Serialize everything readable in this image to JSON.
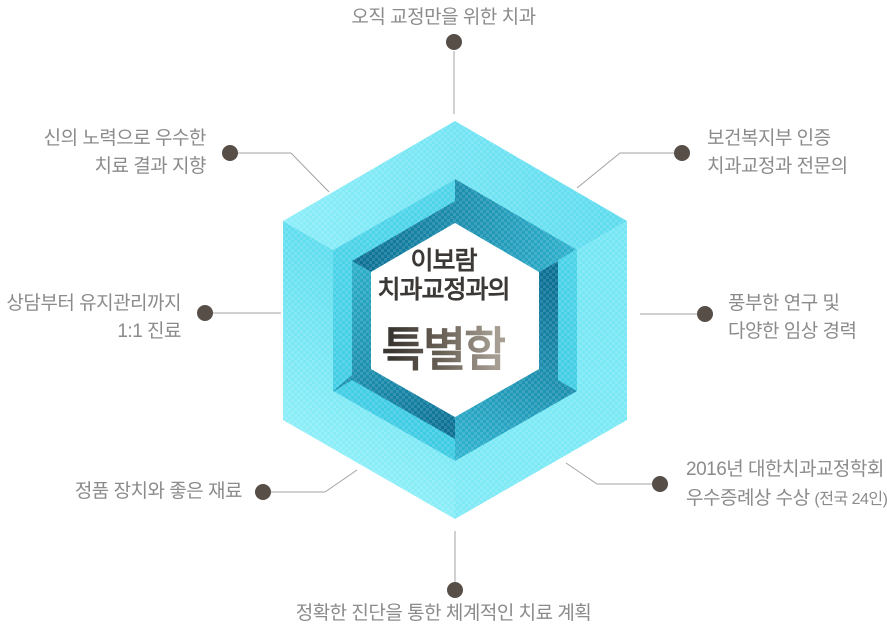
{
  "page": {
    "background": "#FFFFFF"
  },
  "emblem": {
    "center": {
      "line1": "이보람",
      "line2": "치과교정과의",
      "headline": "특별함"
    },
    "colors": {
      "cyan_lightest": "#95F2FA",
      "cyan_light": "#8CEEF9",
      "cyan_mid": "#5CDBEE",
      "cyan_deep": "#3DCBE4",
      "teal_dark": "#0C6E92",
      "teal_mid": "#2FB2CE",
      "center_bg": "#FFFFFF",
      "headline_dark": "#3A3631",
      "headline_light": "#A69E93",
      "title_gray": "#3B3835"
    }
  },
  "labels": {
    "top": {
      "lines": [
        "오직 교정만을 위한 치과"
      ]
    },
    "top_left": {
      "lines": [
        "신의 노력으로 우수한",
        "치료 결과 지향"
      ]
    },
    "left": {
      "lines": [
        "상담부터 유지관리까지",
        "1:1 진료"
      ]
    },
    "bottom_left": {
      "lines": [
        "정품 장치와 좋은 재료"
      ]
    },
    "top_right": {
      "lines": [
        "보건복지부 인증",
        "치과교정과 전문의"
      ]
    },
    "right": {
      "lines": [
        "풍부한 연구 및",
        "다양한 임상 경력"
      ]
    },
    "bottom_right": {
      "lines": [
        "2016년 대한치과교정학회",
        "우수증례상 수상"
      ],
      "suffix_small": "(전국 24인)"
    },
    "bottom": {
      "lines": [
        "정확한 진단을 통한 체계적인 치료 계획"
      ]
    },
    "text_color": "#8B8B8B"
  },
  "connectors": {
    "dot_color": "#564E47",
    "line_color": "#A3A3A3"
  }
}
